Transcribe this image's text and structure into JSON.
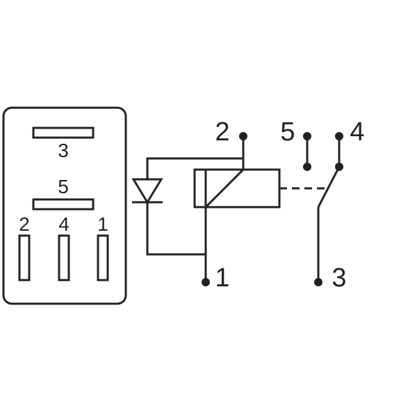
{
  "relay_footprint": {
    "pins": [
      {
        "id": "3",
        "label": "3"
      },
      {
        "id": "5",
        "label": "5"
      },
      {
        "id": "2",
        "label": "2"
      },
      {
        "id": "4",
        "label": "4"
      },
      {
        "id": "1",
        "label": "1"
      }
    ]
  },
  "schematic": {
    "terminals": [
      {
        "id": "2",
        "label": "2"
      },
      {
        "id": "1",
        "label": "1"
      },
      {
        "id": "5",
        "label": "5"
      },
      {
        "id": "4",
        "label": "4"
      },
      {
        "id": "3",
        "label": "3"
      }
    ]
  }
}
